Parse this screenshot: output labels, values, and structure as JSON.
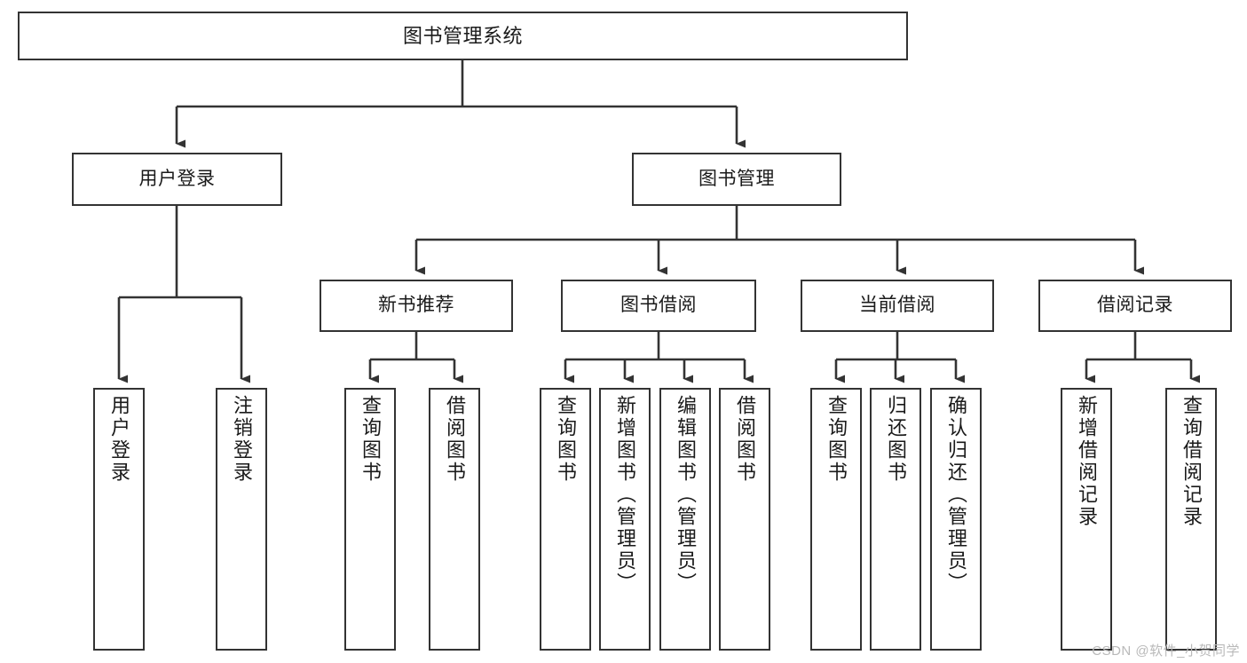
{
  "diagram": {
    "type": "tree",
    "title": "图书管理系统",
    "watermark": "CSDN @软件_小贺同学",
    "colors": {
      "box_border": "#333333",
      "box_fill": "#ffffff",
      "edge": "#333333",
      "text": "#1a1a1a",
      "watermark": "#b9b9b9",
      "background": "#ffffff"
    },
    "levels": {
      "root": "图书管理系统",
      "level1": [
        "用户登录",
        "图书管理"
      ],
      "level2": [
        "新书推荐",
        "图书借阅",
        "当前借阅",
        "借阅记录"
      ]
    },
    "nodes": {
      "root": {
        "label": "图书管理系统"
      },
      "user_login": {
        "label": "用户登录"
      },
      "book_manage": {
        "label": "图书管理"
      },
      "new_book_rec": {
        "label": "新书推荐"
      },
      "book_borrow": {
        "label": "图书借阅"
      },
      "current_borrow": {
        "label": "当前借阅"
      },
      "borrow_record": {
        "label": "借阅记录"
      },
      "leaf_user_login": {
        "label": "用户登录"
      },
      "leaf_logout": {
        "label": "注销登录"
      },
      "leaf_query_book_1": {
        "label": "查询图书"
      },
      "leaf_borrow_book_1": {
        "label": "借阅图书"
      },
      "leaf_query_book_2": {
        "label": "查询图书"
      },
      "leaf_add_book": {
        "label": "新增图书（管理员）"
      },
      "leaf_edit_book": {
        "label": "编辑图书（管理员）"
      },
      "leaf_borrow_book_2": {
        "label": "借阅图书"
      },
      "leaf_query_book_3": {
        "label": "查询图书"
      },
      "leaf_return_book": {
        "label": "归还图书"
      },
      "leaf_confirm_return": {
        "label": "确认归还（管理员）"
      },
      "leaf_add_record": {
        "label": "新增借阅记录"
      },
      "leaf_query_record": {
        "label": "查询借阅记录"
      }
    },
    "edges": [
      {
        "from": "root",
        "to": "user_login"
      },
      {
        "from": "root",
        "to": "book_manage"
      },
      {
        "from": "user_login",
        "to": "leaf_user_login"
      },
      {
        "from": "user_login",
        "to": "leaf_logout"
      },
      {
        "from": "book_manage",
        "to": "new_book_rec"
      },
      {
        "from": "book_manage",
        "to": "book_borrow"
      },
      {
        "from": "book_manage",
        "to": "current_borrow"
      },
      {
        "from": "book_manage",
        "to": "borrow_record"
      },
      {
        "from": "new_book_rec",
        "to": "leaf_query_book_1"
      },
      {
        "from": "new_book_rec",
        "to": "leaf_borrow_book_1"
      },
      {
        "from": "book_borrow",
        "to": "leaf_query_book_2"
      },
      {
        "from": "book_borrow",
        "to": "leaf_add_book"
      },
      {
        "from": "book_borrow",
        "to": "leaf_edit_book"
      },
      {
        "from": "book_borrow",
        "to": "leaf_borrow_book_2"
      },
      {
        "from": "current_borrow",
        "to": "leaf_query_book_3"
      },
      {
        "from": "current_borrow",
        "to": "leaf_return_book"
      },
      {
        "from": "current_borrow",
        "to": "leaf_confirm_return"
      },
      {
        "from": "borrow_record",
        "to": "leaf_add_record"
      },
      {
        "from": "borrow_record",
        "to": "leaf_query_record"
      }
    ]
  }
}
